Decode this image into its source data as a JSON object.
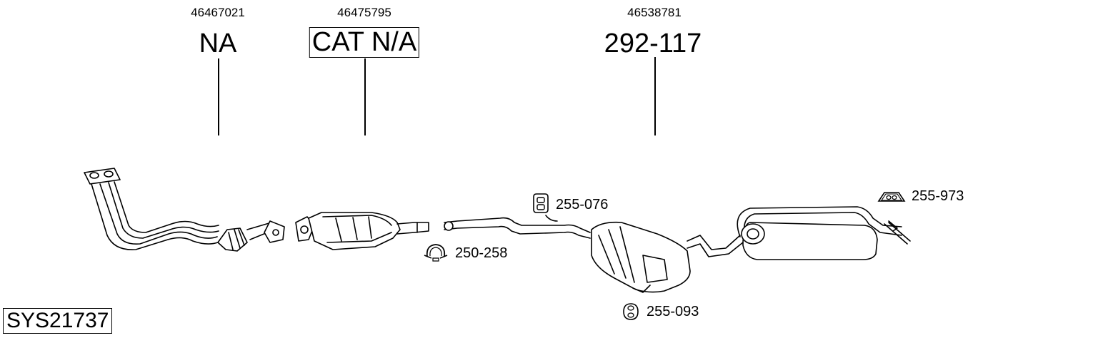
{
  "parts": [
    {
      "oe": "46467021",
      "label": "NA",
      "boxed": false
    },
    {
      "oe": "46475795",
      "label": "CAT N/A",
      "boxed": true
    },
    {
      "oe": "46538781",
      "label": "292-117",
      "boxed": false
    }
  ],
  "accessories": [
    {
      "label": "255-076",
      "icon": "rubber-hanger-icon"
    },
    {
      "label": "250-258",
      "icon": "pipe-clamp-icon"
    },
    {
      "label": "255-093",
      "icon": "rubber-ring-icon"
    },
    {
      "label": "255-973",
      "icon": "mounting-bracket-icon"
    }
  ],
  "system_code": "SYS21737"
}
